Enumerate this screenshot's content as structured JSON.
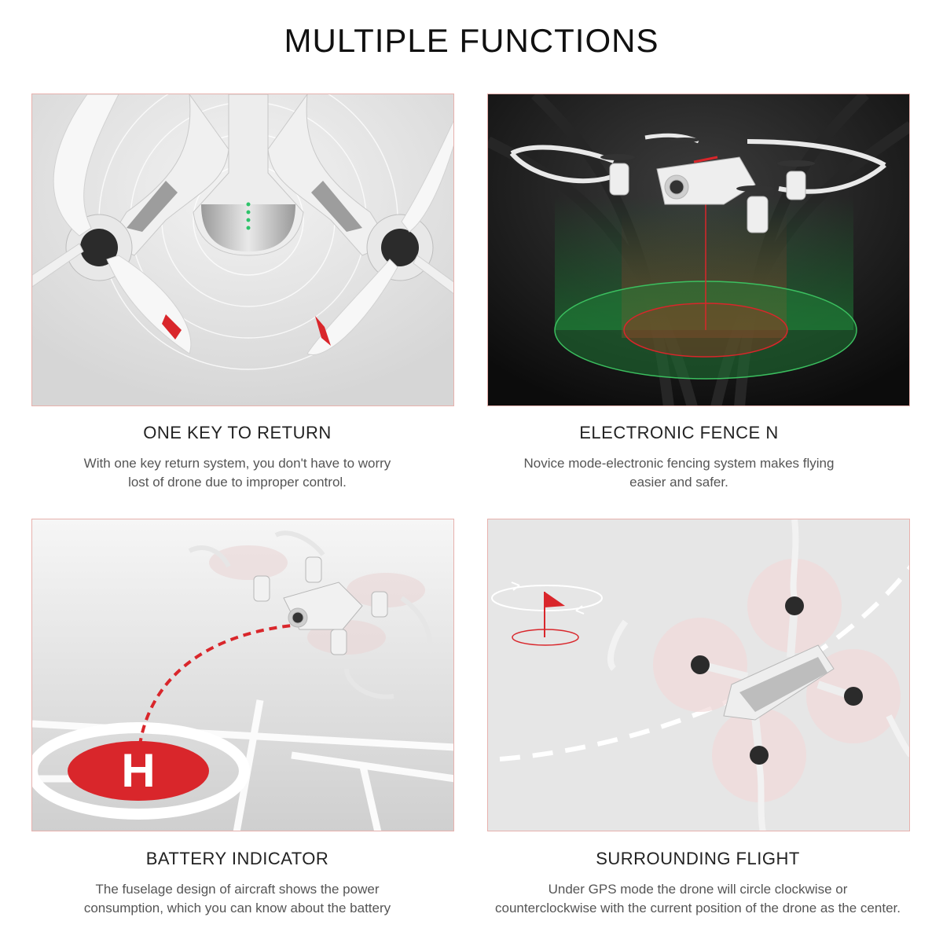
{
  "title": "MULTIPLE FUNCTIONS",
  "features": [
    {
      "heading": "ONE KEY TO RETURN",
      "line1": "With one key return system, you don't have to worry",
      "line2": "lost of drone due to improper control."
    },
    {
      "heading": "ELECTRONIC FENCE N",
      "line1": "Novice mode-electronic fencing system makes flying",
      "line2": "easier and safer."
    },
    {
      "heading": "BATTERY INDICATOR",
      "line1": "The fuselage design of aircraft shows the power",
      "line2": "consumption, which you can know about the battery"
    },
    {
      "heading": "SURROUNDING FLIGHT",
      "line1": "Under GPS mode the drone will circle clockwise or",
      "line2": "counterclockwise  with the current position of the drone as the center."
    }
  ],
  "helipad_letter": "H",
  "colors": {
    "accent_red": "#d9262b",
    "panel_border": "#e7b1ad",
    "fence_green": "#1f8a3a",
    "dark_bg": "#141414",
    "light_bg": "#e6e6e6"
  },
  "icons": [
    "drone-top-view",
    "drone-hover",
    "drone-landing",
    "drone-orbit",
    "helipad-icon",
    "flag-icon",
    "battery-led-icon"
  ]
}
